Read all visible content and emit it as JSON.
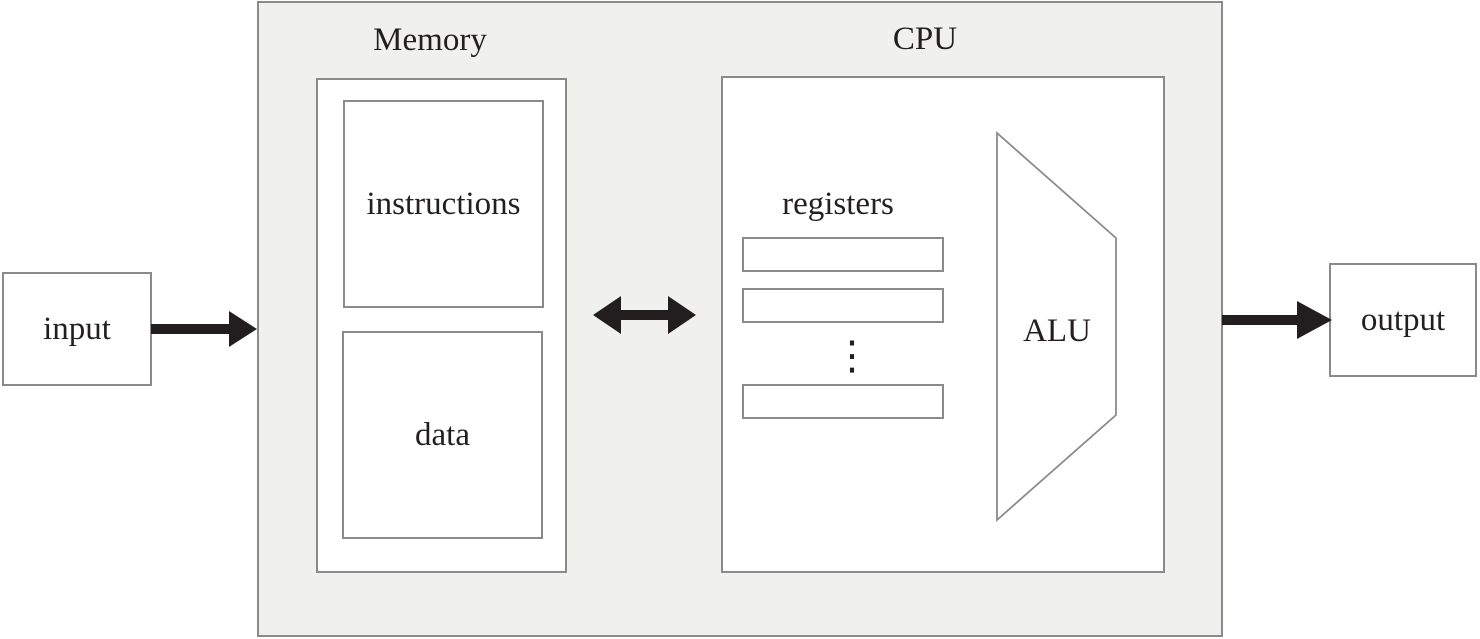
{
  "labels": {
    "input": "input",
    "output": "output",
    "memory": "Memory",
    "cpu": "CPU",
    "instructions": "instructions",
    "data": "data",
    "registers": "registers",
    "alu": "ALU",
    "register_ellipsis": "⋮"
  },
  "cpu": {
    "register_slot_count": 3
  },
  "icons": {
    "input_arrow": "arrow-right-icon",
    "memory_cpu_arrow": "arrow-left-right-icon",
    "output_arrow": "arrow-right-icon"
  },
  "colors": {
    "background": "#ffffff",
    "system_fill": "#f0f0ef",
    "box_border": "#8a8a8a",
    "text": "#231f20",
    "arrow": "#221e1f"
  }
}
